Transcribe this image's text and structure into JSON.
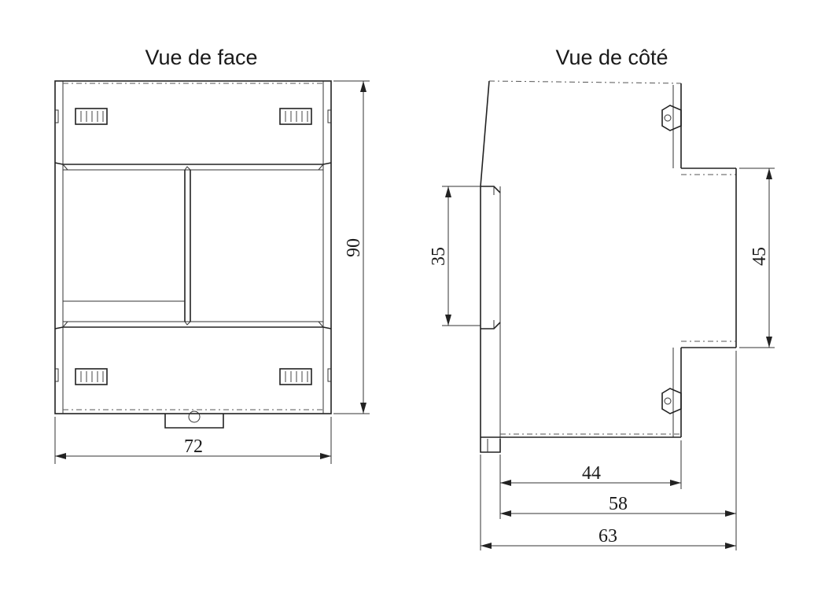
{
  "front_view": {
    "title": "Vue de face",
    "width_dim": "72",
    "height_dim": "90"
  },
  "side_view": {
    "title": "Vue de côté",
    "rail_dim": "35",
    "front_dim": "45",
    "depth_44": "44",
    "depth_58": "58",
    "depth_63": "63"
  }
}
